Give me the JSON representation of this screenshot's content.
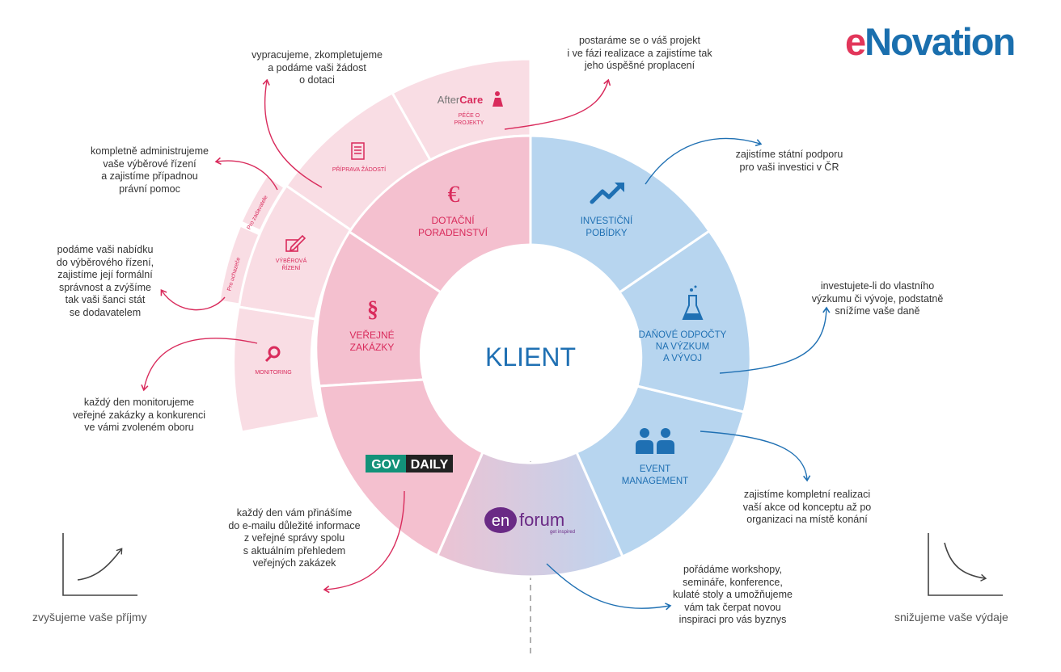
{
  "brand": {
    "logo_e": "e",
    "logo_rest": "Novation"
  },
  "center": {
    "label": "KLIENT"
  },
  "segments": {
    "dotacni": "DOTAČNÍ\nPORADENSTVÍ",
    "verejne": "VEŘEJNÉ\nZAKÁZKY",
    "investicni": "INVESTIČNÍ\nPOBÍDKY",
    "danove": "DAŇOVÉ ODPOČTY\nNA VÝZKUM\nA VÝVOJ",
    "event": "EVENT\nMANAGEMENT",
    "govdaily_gov": "GOV",
    "govdaily_daily": "DAILY",
    "enforum_en": "en",
    "enforum_forum": "forum",
    "enforum_tag": "get inspired"
  },
  "outer": {
    "aftercare_after": "After",
    "aftercare_care": "Care",
    "aftercare_sub": "PÉČE O\nPROJEKTY",
    "priprava": "PŘÍPRAVA ŽÁDOSTÍ",
    "vyberova": "VÝBĚROVÁ\nŘÍZENÍ",
    "monitoring": "MONITORING",
    "pro_zadavatele": "Pro zadavatele",
    "pro_uchazece": "Pro uchazeče"
  },
  "annotations": {
    "podame_zadost": "vypracujeme, zkompletujeme\na podáme vaši žádost\no dotaci",
    "projekt": "postaráme se o váš projekt\ni ve fázi realizace a zajistíme tak\njeho úspěšné proplacení",
    "administrujeme": "kompletně administrujeme\nvaše výběrové řízení\na zajistíme případnou\nprávní pomoc",
    "nabidka": "podáme vaši nabídku\ndo výběrového řízení,\nzajistíme její formální\nsprávnost a zvýšíme\ntak vaši šanci stát\nse dodavatelem",
    "monitorujeme": "každý den monitorujeme\nveřejné zakázky a konkurenci\nve vámi zvoleném oboru",
    "statni_podpora": "zajistíme státní podporu\npro vaši investici v ČR",
    "vyzkum": "investujete-li do vlastního\nvýzkumu či vývoje, podstatně\nsnížíme vaše daně",
    "realizace": "zajistíme kompletní realizaci\nvaší akce od konceptu až po\norganizaci na místě konání",
    "govdaily_text": "každý den vám přinášíme\ndo e-mailu důležité informace\nz veřejné správy spolu\ns aktuálním přehledem\nveřejných zakázek",
    "workshopy": "pořádáme workshopy,\nsemináře, konference,\nkulaté stoly a umožňujeme\nvám tak čerpat novou\ninspiraci pro vás byznys"
  },
  "bottom": {
    "left": "zvyšujeme vaše příjmy",
    "right": "snižujeme vaše výdaje"
  },
  "colors": {
    "pink_dark": "#f4c0cf",
    "pink_light": "#f9dde4",
    "pink_text": "#d92b5c",
    "blue": "#b7d5ef",
    "blue_text": "#1f70b3",
    "gray_sep": "#b0b0b0",
    "gov_green": "#129279",
    "enforum_purple": "#6a2a85"
  }
}
